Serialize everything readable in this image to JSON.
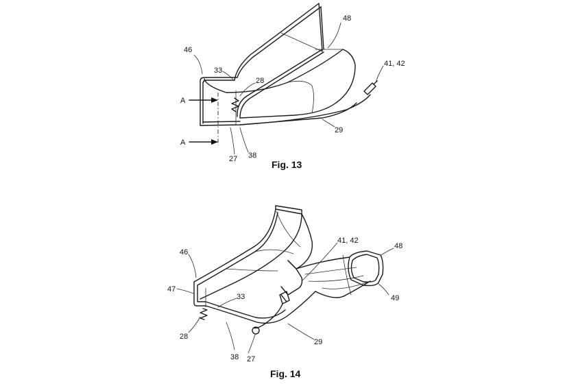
{
  "figures": [
    {
      "caption": "Fig. 13",
      "labels": {
        "l46": "46",
        "l33": "33",
        "l28": "28",
        "lA1": "A",
        "lA2": "A",
        "l27": "27",
        "l38": "38",
        "l29": "29",
        "l48": "48",
        "l4142": "41, 42"
      }
    },
    {
      "caption": "Fig. 14",
      "labels": {
        "l46": "46",
        "l47": "47",
        "l33": "33",
        "l28": "28",
        "l38": "38",
        "l27": "27",
        "l29": "29",
        "l4142": "41, 42",
        "l48": "48",
        "l49": "49"
      }
    }
  ]
}
